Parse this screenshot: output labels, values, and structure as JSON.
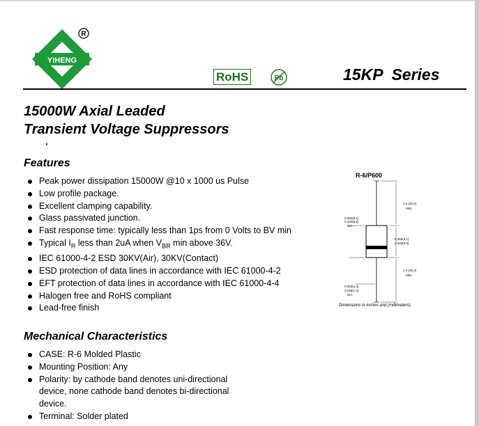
{
  "brand": {
    "logo_text": "YIHENG",
    "registered_mark": "R"
  },
  "badges": {
    "rohs": "RoHS",
    "pb": "Pb"
  },
  "series": "15KP  Series",
  "title_lines": [
    "15000W Axial Leaded",
    "Transient Voltage Suppressors"
  ],
  "features": {
    "heading": "Features",
    "items": [
      {
        "text": "Peak power dissipation 15000W @10 x 1000 us Pulse"
      },
      {
        "text": "Low profile package."
      },
      {
        "text": "Excellent clamping capability."
      },
      {
        "text": "Glass passivated junction."
      },
      {
        "text": "Fast response time: typically less than 1ps from 0 Volts to BV min"
      },
      {
        "pre": "Typical I",
        "sub1": "R",
        "mid": " less than 2uA when V",
        "sub2": "BR",
        "post": " min above 36V."
      },
      {
        "text": "IEC 61000-4-2 ESD 30KV(Air), 30KV(Contact)"
      },
      {
        "text": "ESD protection of data lines in accordance with IEC 61000-4-2"
      },
      {
        "text": "EFT protection of data lines in accordance with IEC 61000-4-4"
      },
      {
        "text": "Halogen free and RoHS compliant"
      },
      {
        "text": "Lead-free finish"
      }
    ]
  },
  "mechanical": {
    "heading": "Mechanical Characteristics",
    "items": [
      "CASE: R-6 Molded Plastic",
      "Mounting Position: Any",
      "Polarity: by cathode band denotes uni-directional",
      "device, none cathode band denotes bi-directional",
      "device.",
      "Terminal: Solder plated"
    ]
  },
  "package": {
    "name": "R-6/P600",
    "lead_length_top": "1.0 (25.4)",
    "lead_min_top": "MIN.",
    "body_dia_1": "0.360(9.1)",
    "body_dia_2": "0.340(8.6)",
    "body_dia_label": "DIA.",
    "body_len_1": "0.360(9.1)",
    "body_len_2": "0.340(8.6)",
    "lead_length_bottom": "1.0 (25.4)",
    "lead_min_bottom": "MIN.",
    "lead_dia_1": "0.052(1.3)",
    "lead_dia_2": "0.048(1.2)",
    "lead_dia_label": "DIA.",
    "caption": "Dimensions in inches and (millimeters)"
  },
  "colors": {
    "logo_green": "#1e9a3a",
    "rohs_green": "#1c6f1c"
  }
}
